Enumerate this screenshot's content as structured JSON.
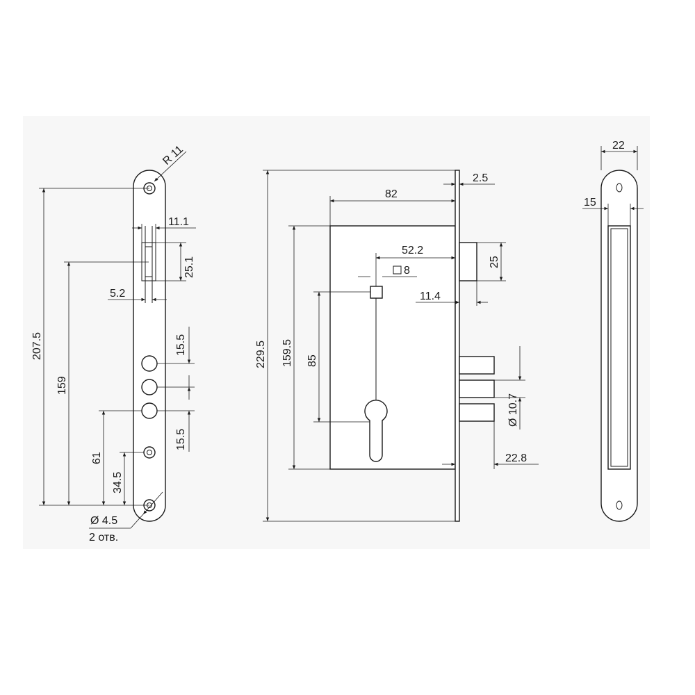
{
  "strike_plate": {
    "radius": "R 11",
    "width_11_1": "11.1",
    "height_25_1": "25.1",
    "offset_5_2": "5.2",
    "spacing_top": "15.5",
    "spacing_bottom": "15.5",
    "total_length": "207.5",
    "dist_159": "159",
    "dist_61": "61",
    "dist_34_5": "34.5",
    "hole_diameter": "Ø 4.5",
    "hole_count": "2 отв."
  },
  "lock_body": {
    "faceplate_thickness": "2.5",
    "body_width": "82",
    "backset": "52.2",
    "spindle_square": "8",
    "latch_projection": "11.4",
    "latch_height": "25",
    "total_height": "229.5",
    "body_height": "159.5",
    "spindle_to_cylinder": "85",
    "bolt_diameter": "Ø 10.7",
    "bolt_projection": "22.8"
  },
  "faceplate_side": {
    "width": "22",
    "inner_width": "15"
  }
}
